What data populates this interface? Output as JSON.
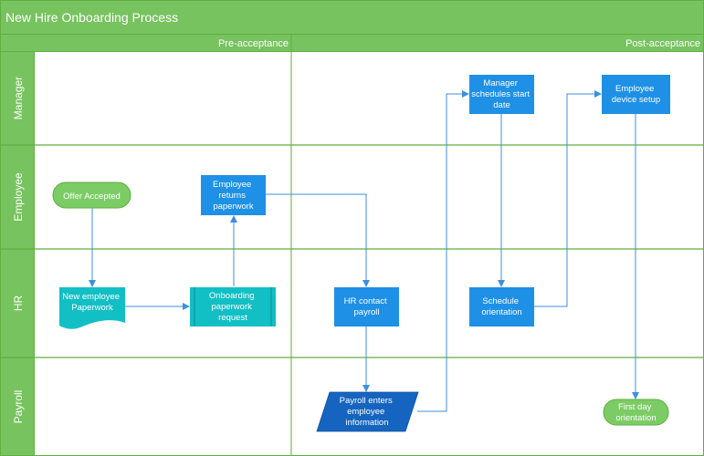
{
  "title": "New Hire Onboarding Process",
  "phases": [
    "Pre-acceptance",
    "Post-acceptance"
  ],
  "lanes": [
    "Manager",
    "Employee",
    "HR",
    "Payroll"
  ],
  "nodes": {
    "offer_accepted": "Offer Accepted",
    "employee_returns": [
      "Employee",
      "returns",
      "paperwork"
    ],
    "new_employee_paperwork": [
      "New employee",
      "Paperwork"
    ],
    "onboarding_request": [
      "Onboarding",
      "paperwork",
      "request"
    ],
    "hr_contact_payroll": [
      "HR contact",
      "payroll"
    ],
    "payroll_enters": [
      "Payroll enters",
      "employee",
      "information"
    ],
    "manager_schedules": [
      "Manager",
      "schedules start",
      "date"
    ],
    "schedule_orientation": [
      "Schedule",
      "orientation"
    ],
    "employee_device_setup": [
      "Employee",
      "device setup"
    ],
    "first_day_orientation": [
      "First day",
      "orientation"
    ]
  },
  "colors": {
    "header_green": "#77c35f",
    "frame_green": "#5fae3f",
    "process_blue": "#1e90e6",
    "document_teal": "#12bfc4",
    "terminal_green": "#7ccc66",
    "payroll_navy": "#1565c0",
    "arrow_blue": "#3d8fe0"
  }
}
